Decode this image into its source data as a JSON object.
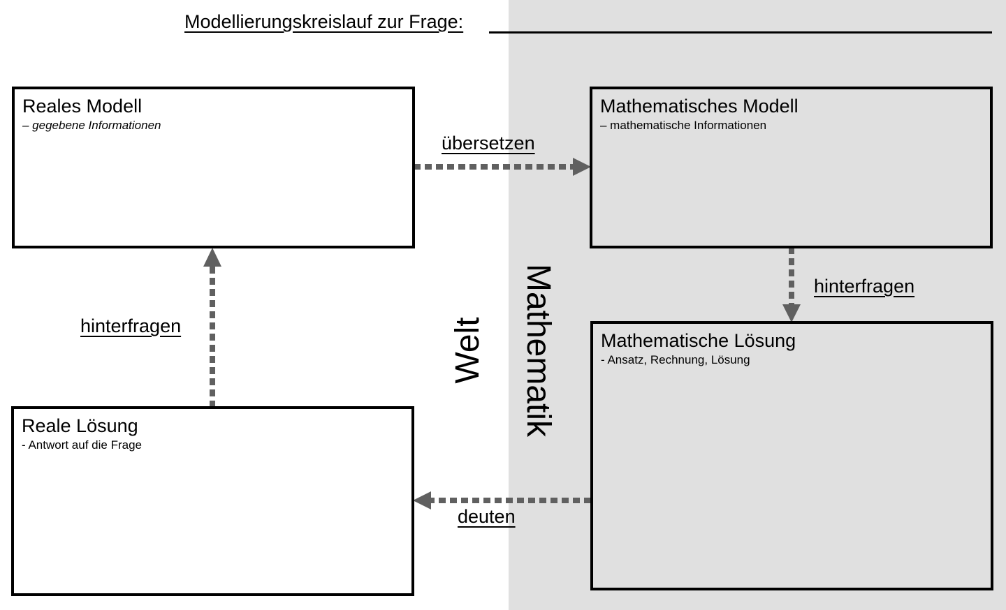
{
  "title": "Modellierungskreislauf zur Frage:",
  "colors": {
    "background_math": "#e0e0e0",
    "arrow": "#606060",
    "border": "#000000"
  },
  "sides": {
    "left": "Welt",
    "right": "Mathematik"
  },
  "boxes": {
    "real_model": {
      "title": "Reales Modell",
      "subtitle": "– gegebene Informationen"
    },
    "math_model": {
      "title": "Mathematisches Modell",
      "subtitle": "– mathematische Informationen"
    },
    "math_solution": {
      "title": "Mathematische Lösung",
      "subtitle": "- Ansatz, Rechnung, Lösung"
    },
    "real_solution": {
      "title": "Reale Lösung",
      "subtitle": "- Antwort auf die Frage"
    }
  },
  "arrows": {
    "translate": "übersetzen",
    "question_right": "hinterfragen",
    "interpret": "deuten",
    "question_left": "hinterfragen"
  }
}
